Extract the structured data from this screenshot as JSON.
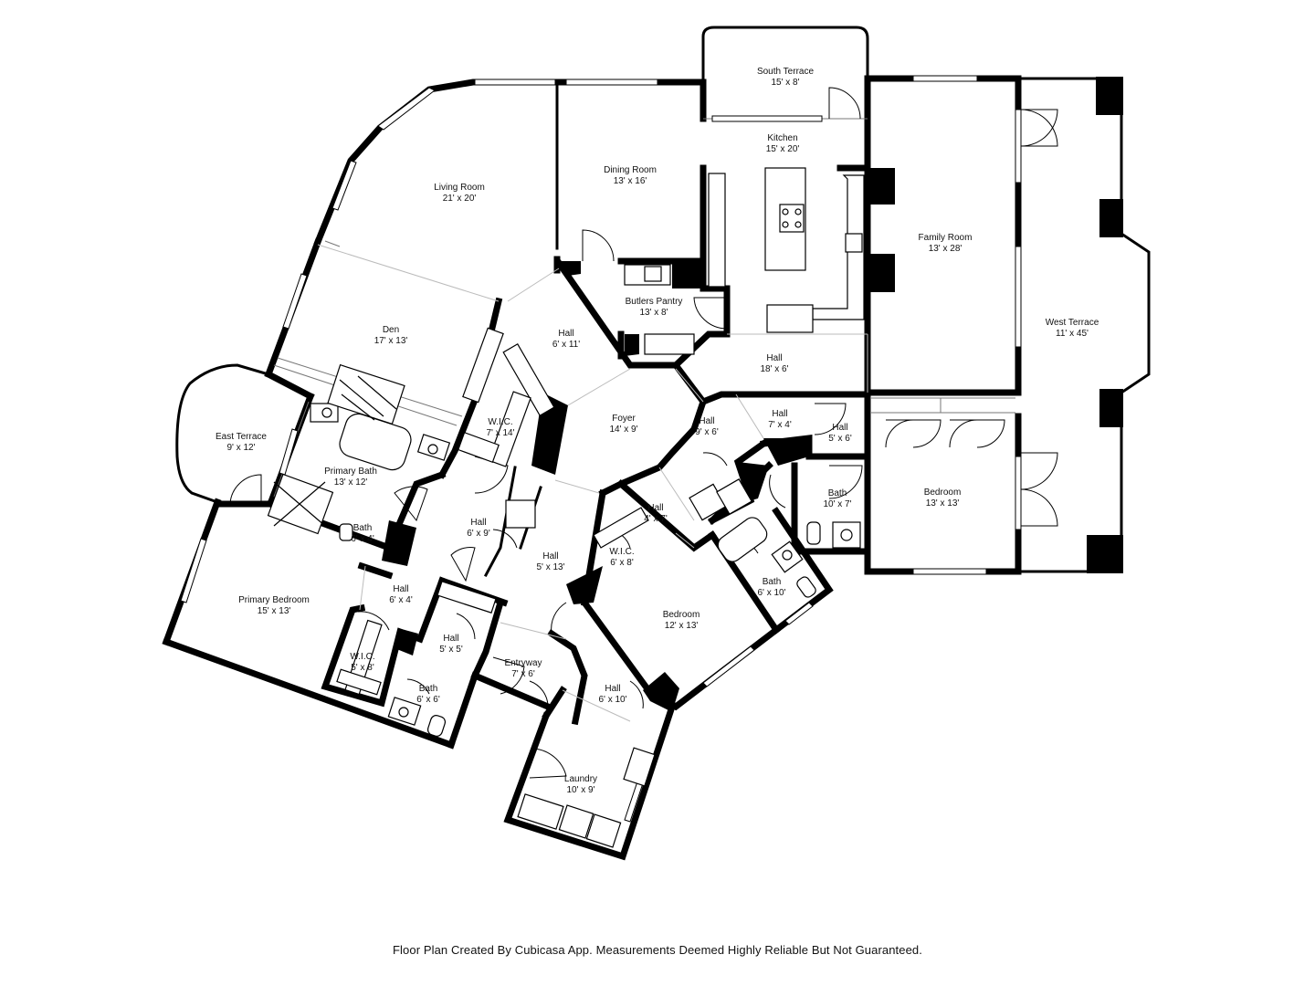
{
  "caption": "Floor Plan Created By Cubicasa App. Measurements Deemed Highly Reliable But Not Guaranteed.",
  "rooms": [
    {
      "name": "South Terrace",
      "dims": "15' x 8'"
    },
    {
      "name": "Kitchen",
      "dims": "15' x 20'"
    },
    {
      "name": "Dining Room",
      "dims": "13' x 16'"
    },
    {
      "name": "Living Room",
      "dims": "21' x 20'"
    },
    {
      "name": "Family Room",
      "dims": "13' x 28'"
    },
    {
      "name": "West Terrace",
      "dims": "11' x 45'"
    },
    {
      "name": "Butlers Pantry",
      "dims": "13' x 8'"
    },
    {
      "name": "Den",
      "dims": "17' x 13'"
    },
    {
      "name": "Hall",
      "dims": "6' x 11'"
    },
    {
      "name": "Hall",
      "dims": "18' x 6'"
    },
    {
      "name": "Foyer",
      "dims": "14' x 9'"
    },
    {
      "name": "Hall",
      "dims": "7' x 4'"
    },
    {
      "name": "Hall",
      "dims": "5' x 6'"
    },
    {
      "name": "Hall",
      "dims": "9' x 6'"
    },
    {
      "name": "W.I.C.",
      "dims": "7' x 14'"
    },
    {
      "name": "East Terrace",
      "dims": "9' x 12'"
    },
    {
      "name": "Primary Bath",
      "dims": "13' x 12'"
    },
    {
      "name": "Bath",
      "dims": "10' x 7'"
    },
    {
      "name": "Bedroom",
      "dims": "13' x 13'"
    },
    {
      "name": "Hall",
      "dims": "4' x 7'"
    },
    {
      "name": "Hall",
      "dims": "6' x 9'"
    },
    {
      "name": "Bath",
      "dims": "6' x 4'"
    },
    {
      "name": "W.I.C.",
      "dims": "6' x 8'"
    },
    {
      "name": "Hall",
      "dims": "5' x 13'"
    },
    {
      "name": "Bath",
      "dims": "6' x 10'"
    },
    {
      "name": "Primary Bedroom",
      "dims": "15' x 13'"
    },
    {
      "name": "Hall",
      "dims": "6' x 4'"
    },
    {
      "name": "Bedroom",
      "dims": "12' x 13'"
    },
    {
      "name": "Hall",
      "dims": "5' x 5'"
    },
    {
      "name": "W.I.C.",
      "dims": "5' x 8'"
    },
    {
      "name": "Entryway",
      "dims": "7' x 6'"
    },
    {
      "name": "Hall",
      "dims": "6' x 10'"
    },
    {
      "name": "Bath",
      "dims": "6' x 6'"
    },
    {
      "name": "Laundry",
      "dims": "10' x 9'"
    }
  ]
}
